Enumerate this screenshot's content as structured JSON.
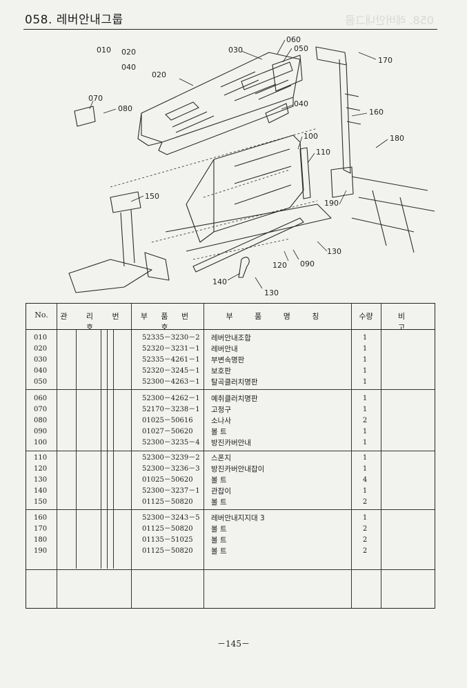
{
  "header": {
    "title": "058. 레버안내그룹",
    "ghost": "058. 레버안내그룹"
  },
  "diagram": {
    "labels": [
      "010",
      "020",
      "040",
      "020",
      "030",
      "060",
      "050",
      "170",
      "070",
      "080",
      "040",
      "160",
      "180",
      "100",
      "110",
      "150",
      "190",
      "130",
      "120",
      "090",
      "140",
      "130"
    ]
  },
  "table": {
    "headers": {
      "no": "No.",
      "mgmt": "관 리 번 호",
      "part": "부 품 번 호",
      "name": "부 품 명 칭",
      "qty": "수량",
      "remark": "비 고"
    },
    "groups": [
      [
        {
          "no": "010",
          "part": "52335－3230－2",
          "name": "레버안내조합",
          "qty": "1"
        },
        {
          "no": "020",
          "part": "52320－3231－1",
          "name": "레버안내",
          "qty": "1"
        },
        {
          "no": "030",
          "part": "52335－4261－1",
          "name": "부변속명판",
          "qty": "1"
        },
        {
          "no": "040",
          "part": "52320－3245－1",
          "name": "보호판",
          "qty": "1"
        },
        {
          "no": "050",
          "part": "52300－4263－1",
          "name": "탈곡클러치명판",
          "qty": "1"
        }
      ],
      [
        {
          "no": "060",
          "part": "52300－4262－1",
          "name": "예취클러치명판",
          "qty": "1"
        },
        {
          "no": "070",
          "part": "52170－3238－1",
          "name": "고정구",
          "qty": "1"
        },
        {
          "no": "080",
          "part": "01025－50616",
          "name": "소나사",
          "qty": "2"
        },
        {
          "no": "090",
          "part": "01027－50620",
          "name": "볼 트",
          "qty": "1"
        },
        {
          "no": "100",
          "part": "52300－3235－4",
          "name": "방진카버안내",
          "qty": "1"
        }
      ],
      [
        {
          "no": "110",
          "part": "52300－3239－2",
          "name": "스폰지",
          "qty": "1"
        },
        {
          "no": "120",
          "part": "52300－3236－3",
          "name": "방진카버안내잡이",
          "qty": "1"
        },
        {
          "no": "130",
          "part": "01025－50620",
          "name": "볼 트",
          "qty": "4"
        },
        {
          "no": "140",
          "part": "52300－3237－1",
          "name": "관잡이",
          "qty": "1"
        },
        {
          "no": "150",
          "part": "01125－50820",
          "name": "볼 트",
          "qty": "2"
        }
      ],
      [
        {
          "no": "160",
          "part": "52300－3243－5",
          "name": "레버안내지지대 3",
          "qty": "1"
        },
        {
          "no": "170",
          "part": "01125－50820",
          "name": "볼 트",
          "qty": "2"
        },
        {
          "no": "180",
          "part": "01135－51025",
          "name": "볼 트",
          "qty": "2"
        },
        {
          "no": "190",
          "part": "01125－50820",
          "name": "볼 트",
          "qty": "2"
        }
      ]
    ]
  },
  "footer": {
    "page": "－145－"
  }
}
